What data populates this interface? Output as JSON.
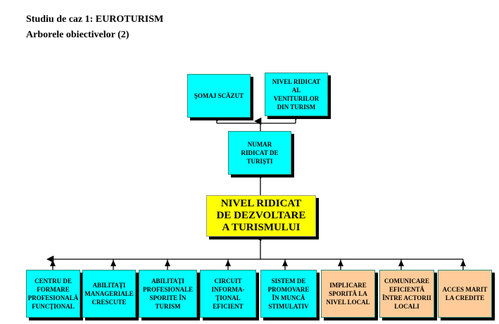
{
  "title": "Studiu de caz 1: EUROTURISM",
  "subtitle": "Arborele obiectivelor (2)",
  "colors": {
    "cyan": "#00ffff",
    "orange": "#ffcc99",
    "yellow": "#ffff00"
  },
  "top": [
    "ŞOMAJ SCĂZUT",
    "NIVEL RIDICAT\nAL\nVENITURILOR\nDIN TURISM"
  ],
  "middle": "NUMAR\nRIDICAT DE\nTURIŞTI",
  "central": "NIVEL RIDICAT\nDE DEZVOLTARE\nA TURISMULUI",
  "bottom": [
    "CENTRU DE\nFORMARE\nPROFESIONALĂ\nFUNCŢIONAL",
    "ABILITAŢI\nMANAGERIALE\nCRESCUTE",
    "ABILITAŢI\nPROFESIONALE\nSPORITE ÎN\nTURISM",
    "CIRCUIT\nINFORMA-\nŢIONAL\nEFICIENT",
    "SISTEM DE\nPROMOVARE\nÎN MUNCĂ\nSTIMULATIV",
    "IMPLICARE\nSPORITĂ LA\nNIVEL LOCAL",
    "COMUNICARE\nEFICIENTĂ\nÎNTRE ACTORII\nLOCALI",
    "ACCES  MARIT\nLA CREDITE"
  ]
}
